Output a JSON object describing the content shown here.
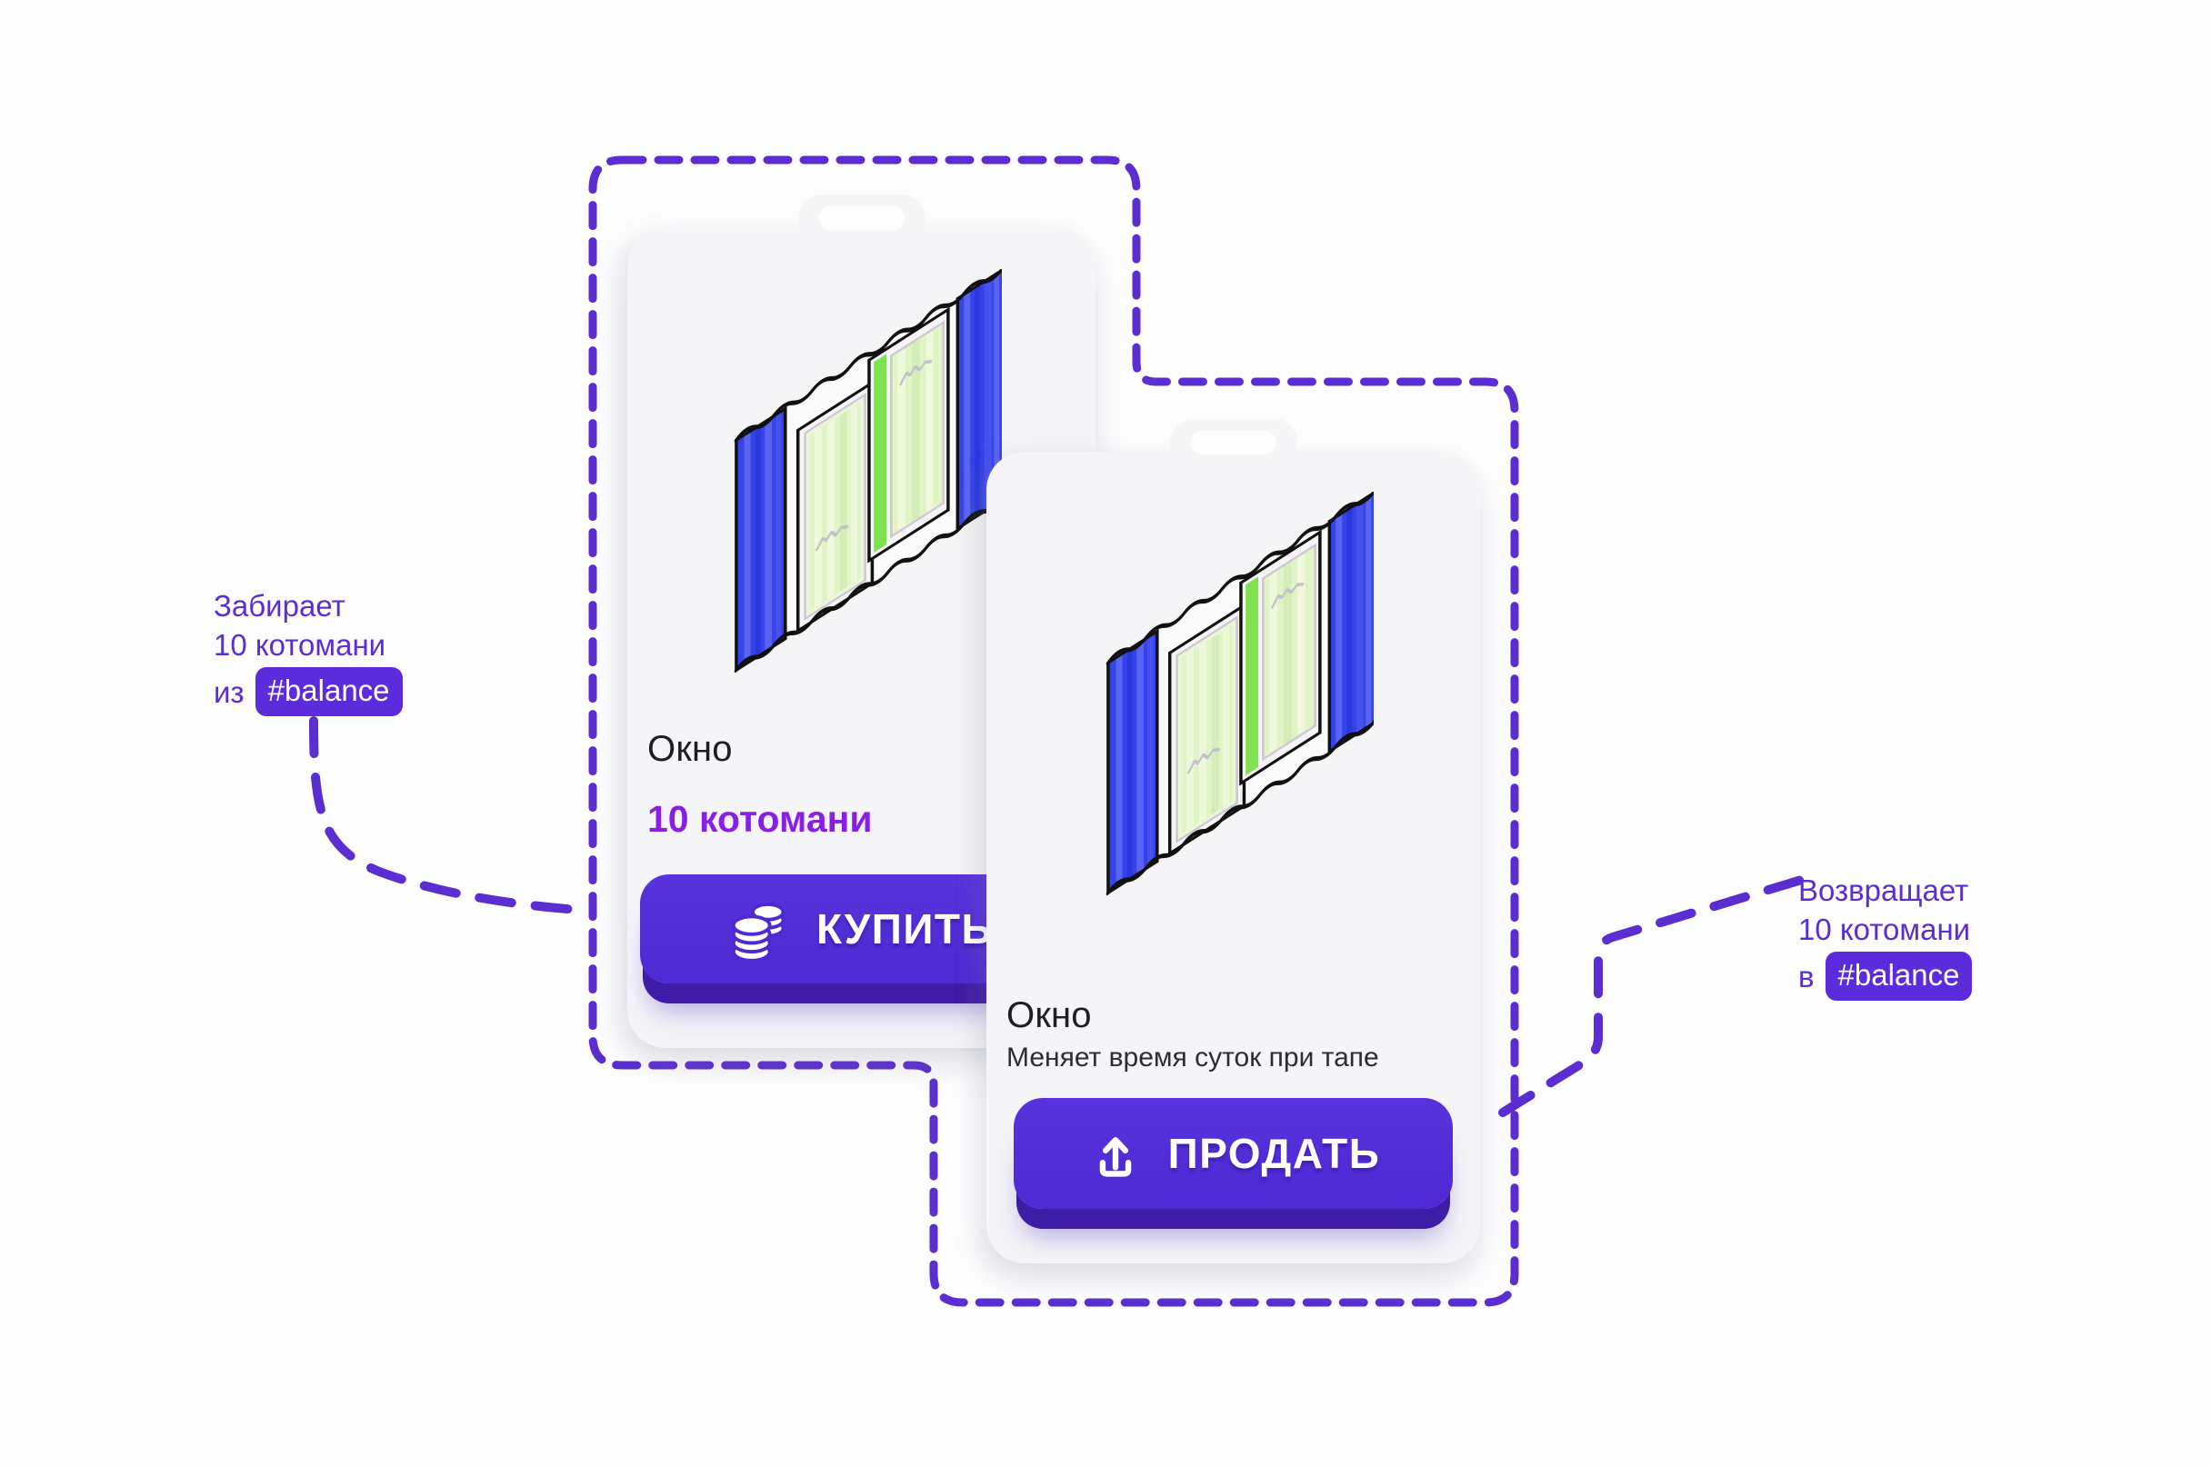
{
  "annotation_take": {
    "line1": "Забирает",
    "line2": "10 котомани",
    "prefix": "из",
    "badge": "#balance"
  },
  "annotation_return": {
    "line1": "Возвращает",
    "line2": "10 котомани",
    "prefix": "в",
    "badge": "#balance"
  },
  "card_buy": {
    "title": "Окно",
    "price": "10 котомани",
    "button": "КУПИТЬ",
    "icon": "coins-icon"
  },
  "card_sell": {
    "title": "Окно",
    "description": "Меняет время суток при тапе",
    "button": "ПРОДАТЬ",
    "icon": "upload-icon"
  },
  "colors": {
    "accent_purple": "#5a2ed0",
    "badge_background": "#5c2bdb",
    "price_violet": "#8a1fe4",
    "button_face": "#512cd7",
    "button_edge": "#3e1da6",
    "card_background": "#f5f5f7",
    "page_background": "#fdfdfe",
    "curtain_blue": "#3543ea",
    "glass_green": "#e0f4c6",
    "mullion_green": "#7fe24f"
  }
}
